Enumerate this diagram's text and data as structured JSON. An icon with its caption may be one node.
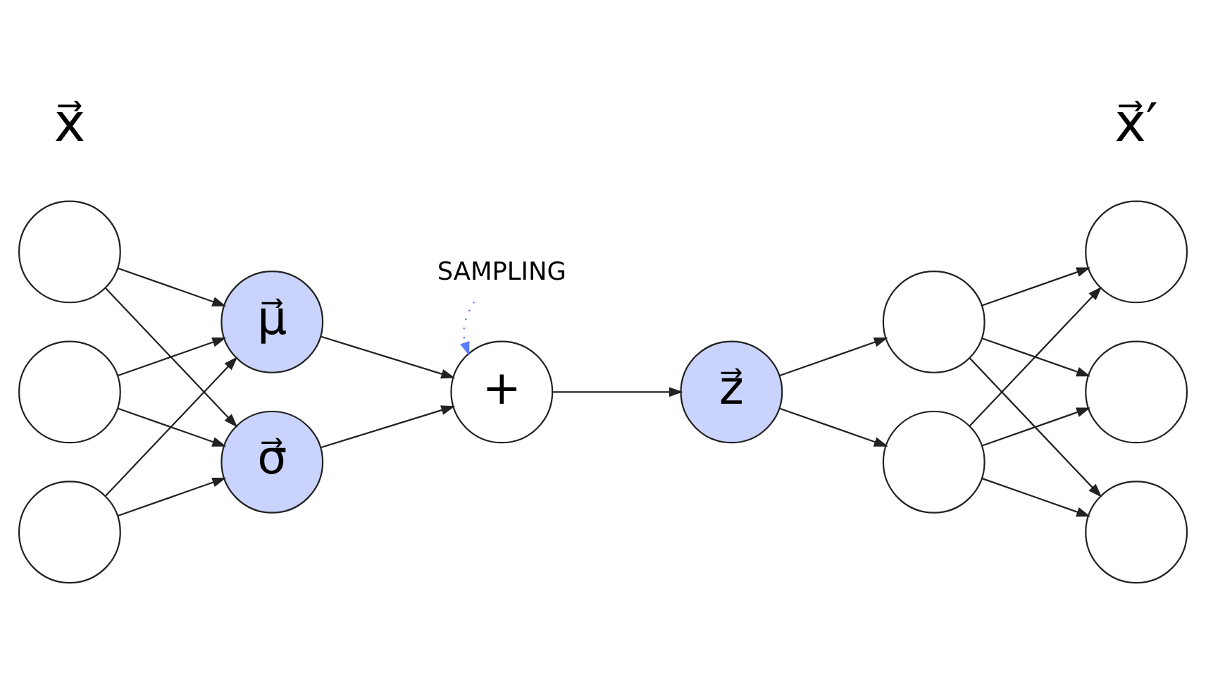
{
  "diagram": {
    "nodes": [
      {
        "text": [],
        "shape": "circle"
      },
      {
        "text": [],
        "shape": "circle"
      },
      {
        "text": [],
        "shape": "circle"
      },
      {
        "text": [
          "μ⃗"
        ]
      },
      {
        "text": [
          "σ⃗"
        ]
      },
      {
        "text": [
          "+"
        ]
      },
      {
        "text": [
          "z⃗"
        ]
      },
      {
        "text": [],
        "shape": "circle"
      },
      {
        "text": [],
        "shape": "circle"
      },
      {
        "text": [],
        "shape": "circle"
      },
      {
        "text": [],
        "shape": "circle"
      },
      {
        "text": [],
        "shape": "circle"
      },
      {
        "text": [
          "SAMPLING"
        ]
      }
    ],
    "edges": [
      {
        "from": 0,
        "to": 3,
        "arrow": "to"
      },
      {
        "from": 0,
        "to": 4,
        "arrow": "to"
      },
      {
        "from": 1,
        "to": 3,
        "arrow": "to"
      },
      {
        "from": 1,
        "to": 4,
        "arrow": "to"
      },
      {
        "from": 2,
        "to": 3,
        "arrow": "to"
      },
      {
        "from": 2,
        "to": 4,
        "arrow": "to"
      },
      {
        "from": 3,
        "to": 5,
        "arrow": "to"
      },
      {
        "from": 4,
        "to": 5,
        "arrow": "to"
      },
      {
        "from": 12,
        "to": 5,
        "arrow": "to",
        "style": "dashed",
        "color": "#5b7cfa"
      },
      {
        "from": 5,
        "to": 6,
        "arrow": "to"
      },
      {
        "from": 6,
        "to": 7,
        "arrow": "to"
      },
      {
        "from": 6,
        "to": 8,
        "arrow": "to"
      },
      {
        "from": 7,
        "to": 9,
        "arrow": "to"
      },
      {
        "from": 7,
        "to": 10,
        "arrow": "to"
      },
      {
        "from": 7,
        "to": 11,
        "arrow": "to"
      },
      {
        "from": 8,
        "to": 9,
        "arrow": "to"
      },
      {
        "from": 8,
        "to": 10,
        "arrow": "to"
      },
      {
        "from": 8,
        "to": 11,
        "arrow": "to"
      }
    ],
    "labels": [
      "x⃗",
      "x⃗′"
    ]
  }
}
